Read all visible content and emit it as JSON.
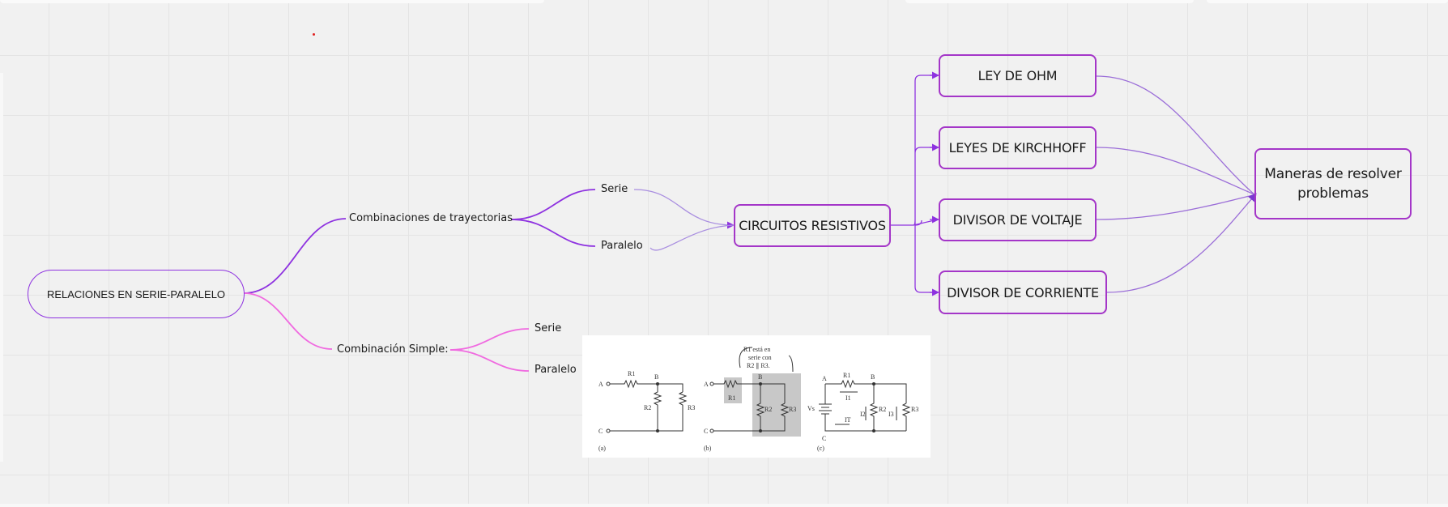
{
  "colors": {
    "accent_dark": "#8e32e0",
    "accent_mid": "#9b59d8",
    "accent_pink": "#f06ae0",
    "box_border": "#a436c8",
    "background": "#f1f1f1"
  },
  "root": {
    "label": "RELACIONES EN SERIE-PARALELO"
  },
  "branch_top": {
    "label": "Combinaciones de trayectorias",
    "children": [
      "Serie",
      "Paralelo"
    ]
  },
  "branch_bottom": {
    "label": "Combinación Simple:",
    "children": [
      "Serie",
      "Paralelo"
    ]
  },
  "center": {
    "label": "CIRCUITOS RESISTIVOS"
  },
  "methods": [
    "LEY DE OHM",
    "LEYES DE KIRCHHOFF",
    "DIVISOR DE VOLTAJE",
    "DIVISOR DE CORRIENTE"
  ],
  "goal": {
    "line1": "Maneras de resolver",
    "line2": "problemas"
  },
  "figure": {
    "panels": [
      "(a)",
      "(b)",
      "(c)"
    ],
    "nodes": {
      "a": "A",
      "b": "B",
      "c": "C"
    },
    "resistors": [
      "R1",
      "R2",
      "R3"
    ],
    "note_line1": "R1 está en",
    "note_line2": "serie con",
    "note_line3": "R2 ∥ R3.",
    "source": "Vs",
    "currents": [
      "I1",
      "I2",
      "I3",
      "IT"
    ]
  }
}
